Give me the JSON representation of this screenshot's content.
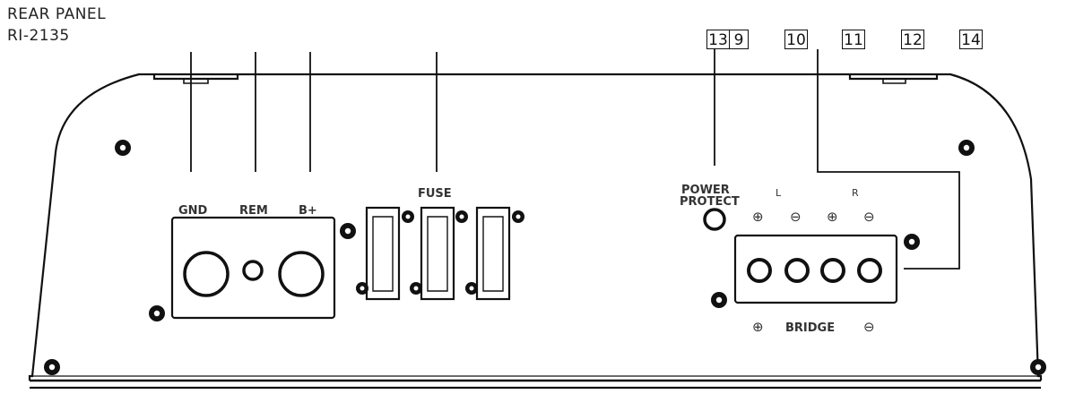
{
  "caption": {
    "line1": "REAR PANEL",
    "line2": "RI-2135"
  },
  "callouts": [
    "13",
    "9",
    "10",
    "11",
    "12",
    "14"
  ],
  "labels": {
    "gnd": "GND",
    "rem": "REM",
    "bplus": "B+",
    "fuse": "FUSE",
    "power": "POWER",
    "protect": "PROTECT",
    "left": "L",
    "right": "R",
    "bridge": "BRIDGE",
    "plus": "⊕",
    "minus": "⊖"
  },
  "colors": {
    "line": "#111111",
    "label": "#333333",
    "background": "#ffffff"
  }
}
